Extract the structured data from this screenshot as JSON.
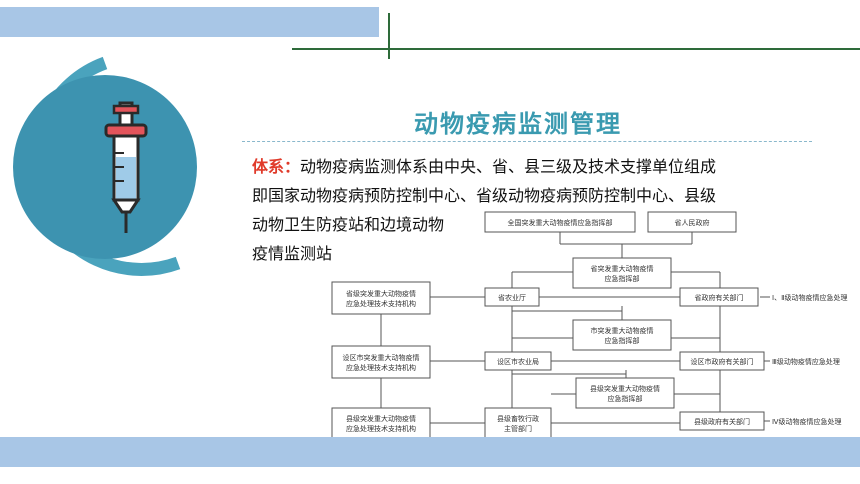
{
  "slide": {
    "title": "动物疫病监测管理",
    "label": "体系：",
    "lines": [
      "动物疫病监测体系由中央、省、县三级及技术支撑单位组成",
      "即国家动物疫病预防控制中心、省级动物疫病预防控制中心、县级",
      "动物卫生防疫站和边境动物",
      "疫情监测站"
    ]
  },
  "flowchart": {
    "nodes": {
      "national": "全国突发重大动物疫情应急指挥部",
      "prov_gov": "省人民政府",
      "prov_hq": [
        "省突发重大动物疫情",
        "应急指挥部"
      ],
      "prov_agri": "省农业厅",
      "prov_dept": "省政府有关部门",
      "prov_tech": [
        "省级突发重大动物疫情",
        "应急处理技术支持机构"
      ],
      "city_hq": [
        "市突发重大动物疫情",
        "应急指挥部"
      ],
      "city_agri": "设区市农业局",
      "city_dept": "设区市政府有关部门",
      "city_tech": [
        "设区市突发重大动物疫情",
        "应急处理技术支持机构"
      ],
      "county_hq": [
        "县级突发重大动物疫情",
        "应急指挥部"
      ],
      "county_agri": [
        "县级畜牧行政",
        "主管部门"
      ],
      "county_dept": "县级政府有关部门",
      "county_tech": [
        "县级突发重大动物疫情",
        "应急处理技术支持机构"
      ]
    },
    "side_notes": {
      "level1": "Ⅰ、Ⅱ级动物疫情应急处理",
      "level3": "Ⅲ级动物疫情应急处理",
      "level4": "Ⅳ级动物疫情应急处理"
    }
  }
}
